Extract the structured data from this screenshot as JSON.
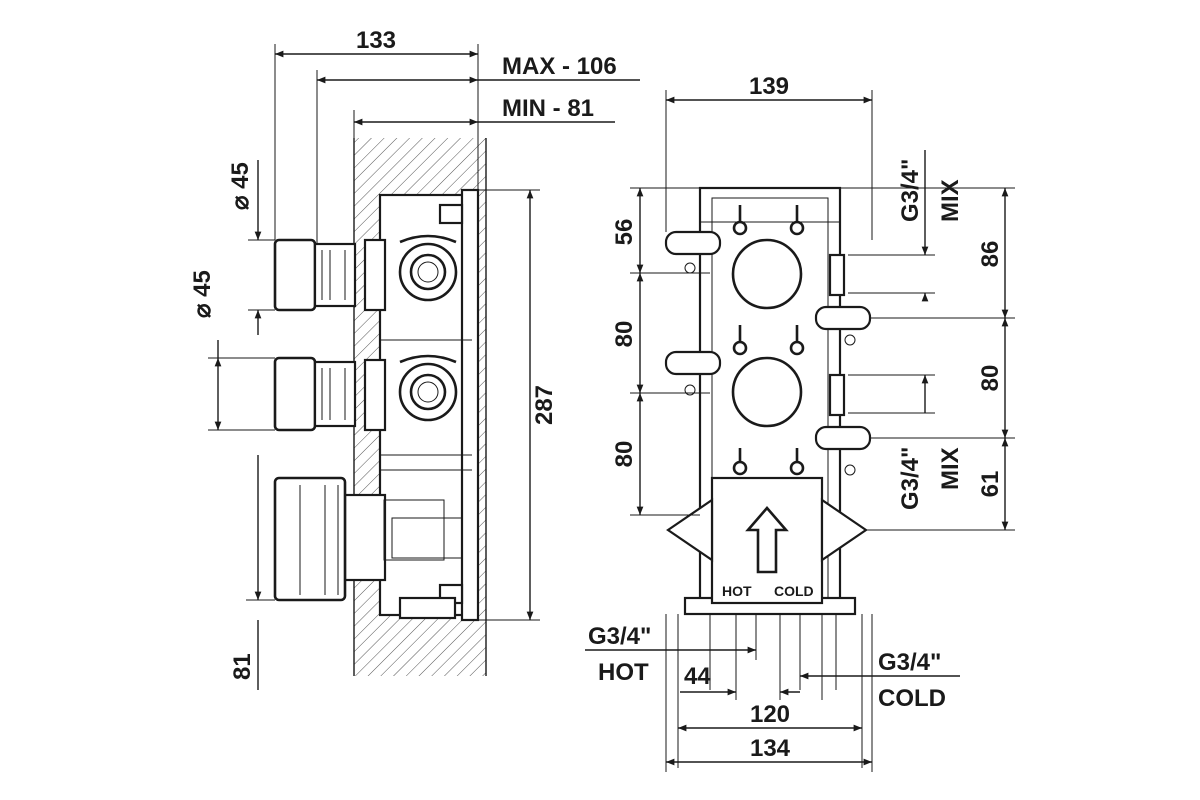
{
  "side_view": {
    "dim_width": "133",
    "dim_max": "MAX - 106",
    "dim_min": "MIN - 81",
    "dim_dia_top": "⌀ 45",
    "dim_dia_mid": "⌀ 45",
    "dim_height": "287",
    "dim_bottom": "81"
  },
  "front_view": {
    "dim_top_width": "139",
    "dim_56": "56",
    "dim_80_a": "80",
    "dim_80_b": "80",
    "dim_86": "86",
    "dim_80_right": "80",
    "dim_61": "61",
    "thread_mix_top": "G3/4\"",
    "mix_top": "MIX",
    "thread_mix_bottom": "G3/4\"",
    "mix_bottom": "MIX",
    "label_hot_box": "HOT",
    "label_cold_box": "COLD",
    "thread_hot": "G3/4\"",
    "hot": "HOT",
    "dim_44": "44",
    "thread_cold": "G3/4\"",
    "cold": "COLD",
    "dim_120": "120",
    "dim_134": "134"
  }
}
